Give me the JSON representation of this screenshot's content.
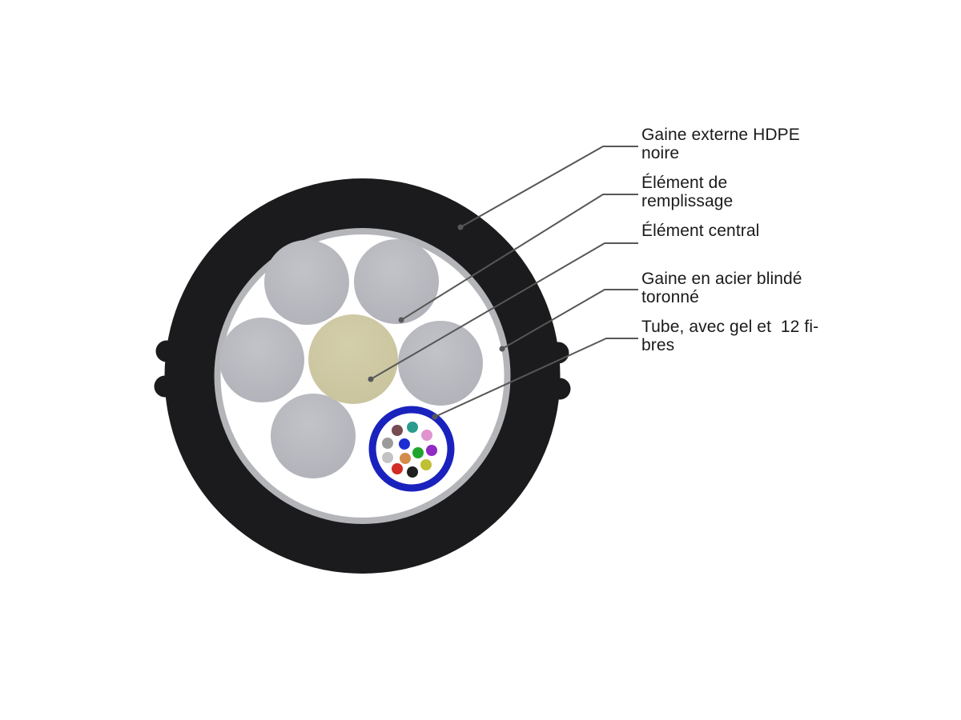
{
  "labels": [
    {
      "text": "Gaine externe HDPE\nnoire"
    },
    {
      "text": "Élément de\nremplissage"
    },
    {
      "text": "Élément central"
    },
    {
      "text": "Gaine en acier blindé\ntoronné"
    },
    {
      "text": "Tube, avec gel et  12 fi-\nbres"
    }
  ],
  "cable": {
    "colors": {
      "outer_sheath": "#1b1b1d",
      "steel_armor": "#b4b5b8",
      "interior": "#ffffff",
      "filler_light": "#c2c3c8",
      "filler": "#b0b1b8",
      "central_light": "#d4cfab",
      "central": "#c8c39c",
      "tube_ring": "#1a22be",
      "tube_fill": "#ffffff",
      "leader_line": "#575757",
      "label_text": "#1a1a1a"
    },
    "fiber_colors": [
      "#764c52",
      "#2b9b8d",
      "#9b9b9b",
      "#1c2ed2",
      "#e094cf",
      "#1fa52e",
      "#9129c5",
      "#c3c3c3",
      "#d48c4b",
      "#c0c034",
      "#d32b25",
      "#1f1f1f"
    ]
  }
}
